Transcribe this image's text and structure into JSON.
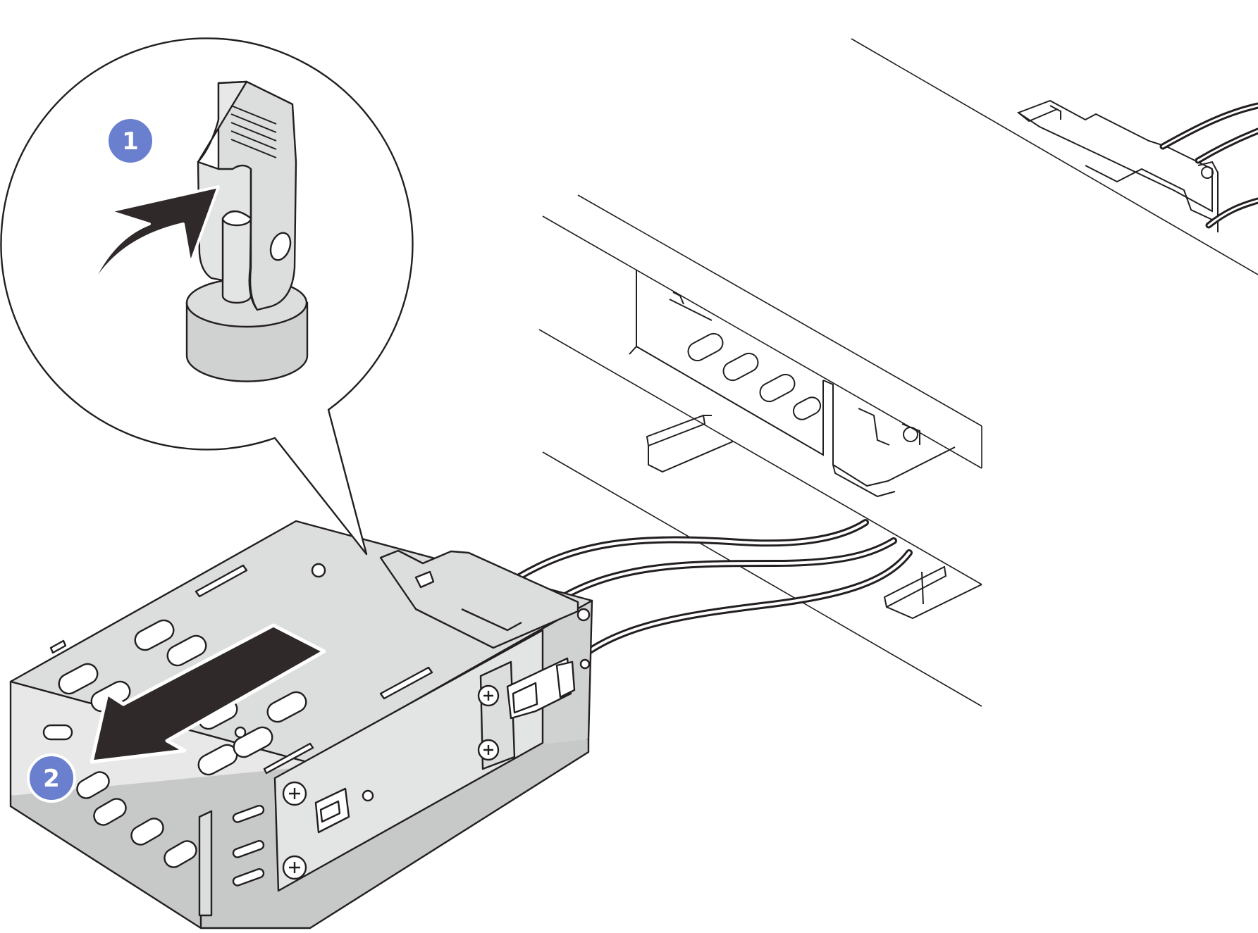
{
  "illustration": {
    "steps": [
      {
        "number": "1",
        "action": "rotate-latch-up"
      },
      {
        "number": "2",
        "action": "slide-cage-out"
      }
    ]
  },
  "colors": {
    "callout_badge": "#6a80cf",
    "metal_fill": "#dcdddd",
    "arrow_fill": "#2f2a29",
    "line": "#231f20",
    "background": "#ffffff"
  }
}
